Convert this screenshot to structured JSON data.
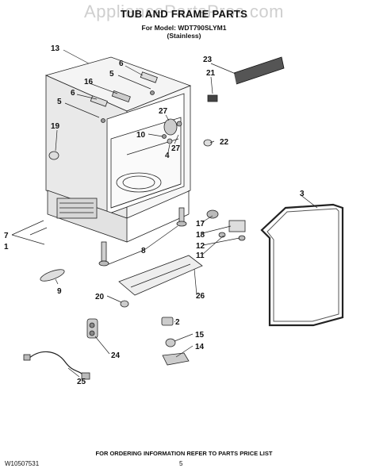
{
  "watermark": "AppliancePartsPros.com",
  "header": {
    "title": "TUB AND FRAME PARTS",
    "model_line": "For Model: WDT790SLYM1",
    "variant_line": "(Stainless)"
  },
  "callouts": {
    "c1": "1",
    "c2": "2",
    "c3": "3",
    "c4": "4",
    "c5a": "5",
    "c5b": "5",
    "c6a": "6",
    "c6b": "6",
    "c7": "7",
    "c8": "8",
    "c9": "9",
    "c10": "10",
    "c11": "11",
    "c12": "12",
    "c13": "13",
    "c14": "14",
    "c15": "15",
    "c16": "16",
    "c17": "17",
    "c18": "18",
    "c19": "19",
    "c20": "20",
    "c21": "21",
    "c22": "22",
    "c23": "23",
    "c24": "24",
    "c25": "25",
    "c26": "26",
    "c27a": "27",
    "c27b": "27"
  },
  "footer": {
    "doc_number": "W10507531",
    "notice": "FOR ORDERING INFORMATION REFER TO PARTS PRICE LIST",
    "page": "5"
  }
}
